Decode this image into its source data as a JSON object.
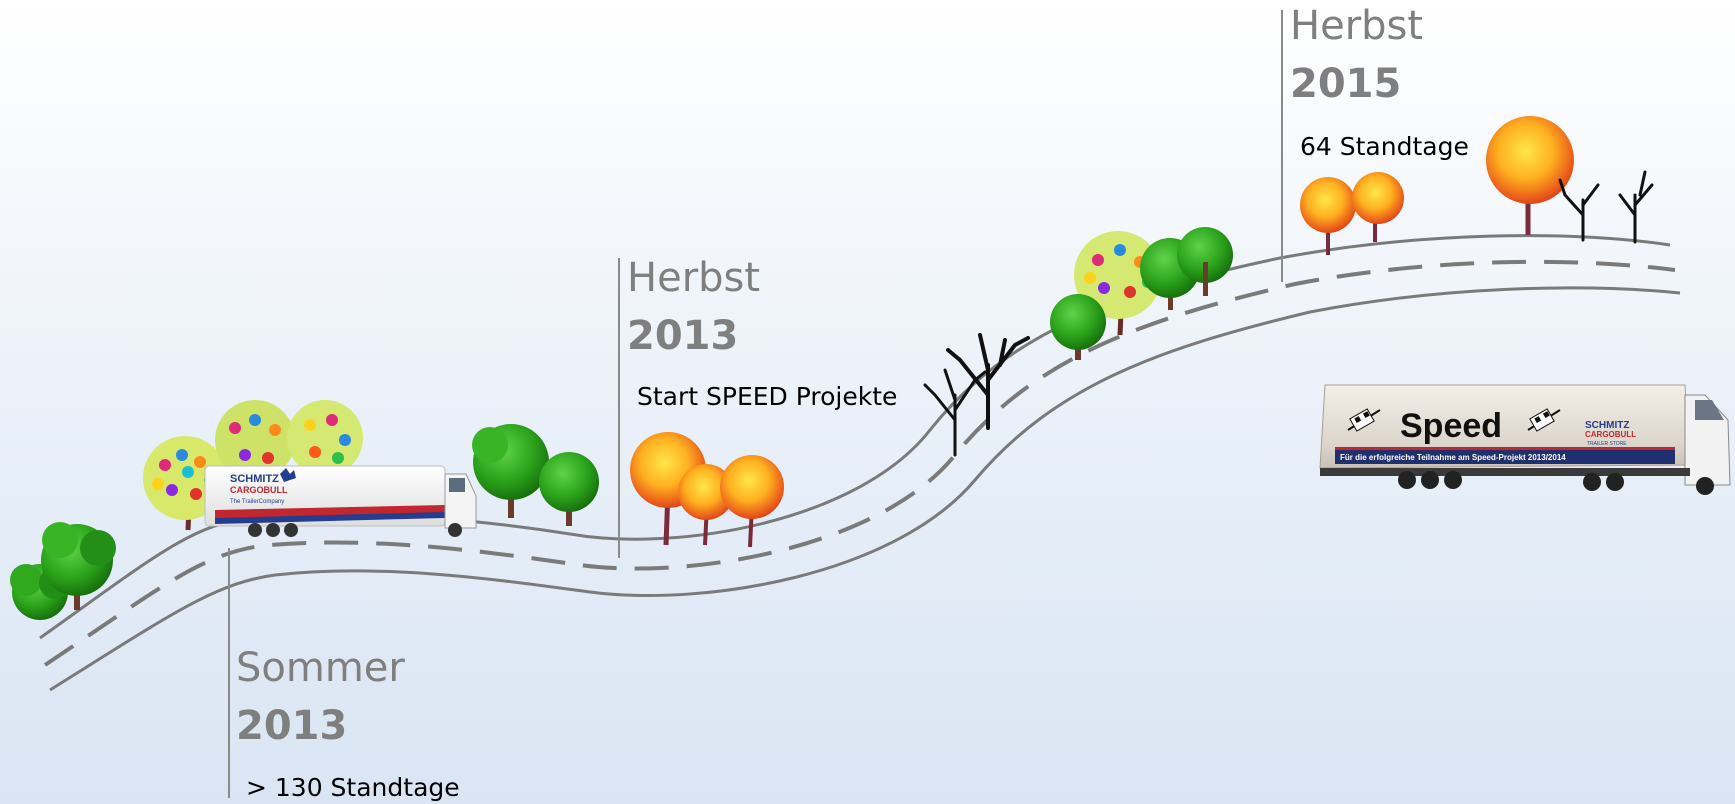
{
  "milestones": [
    {
      "id": "sommer-2013",
      "season": "Sommer",
      "year": "2013",
      "note": "> 130 Standtage"
    },
    {
      "id": "herbst-2013",
      "season": "Herbst",
      "year": "2013",
      "note": "Start SPEED Projekte"
    },
    {
      "id": "herbst-2015",
      "season": "Herbst",
      "year": "2015",
      "note": "64 Standtage"
    }
  ],
  "truck_small": {
    "brand_top": "SCHMITZ",
    "brand_bottom": "CARGOBULL",
    "tagline": "The TrailerCompany"
  },
  "truck_speed": {
    "title": "Speed",
    "brand_top": "SCHMITZ",
    "brand_bottom": "CARGOBULL",
    "store": "TRAILER STORE",
    "banner": "Für die erfolgreiche Teilnahme am Speed-Projekt 2013/2014"
  },
  "colors": {
    "road": "#7a7a7a",
    "label": "#7f7f7f",
    "tree_green": "#2e9b1c",
    "tree_autumn": "#f0a020",
    "trunk": "#7a2a3a"
  }
}
